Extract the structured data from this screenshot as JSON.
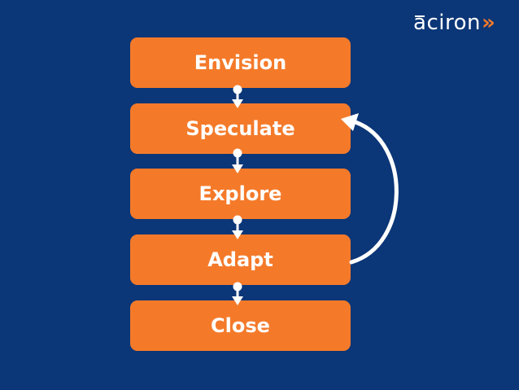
{
  "brand": {
    "logo_text": "aciron",
    "logo_chevrons": "»",
    "accent_color": "#f47a2a",
    "background_color": "#0b3677"
  },
  "flow": {
    "steps": [
      {
        "label": "Envision"
      },
      {
        "label": "Speculate"
      },
      {
        "label": "Explore"
      },
      {
        "label": "Adapt"
      },
      {
        "label": "Close"
      }
    ],
    "loop": {
      "from": "Adapt",
      "to": "Speculate"
    }
  }
}
